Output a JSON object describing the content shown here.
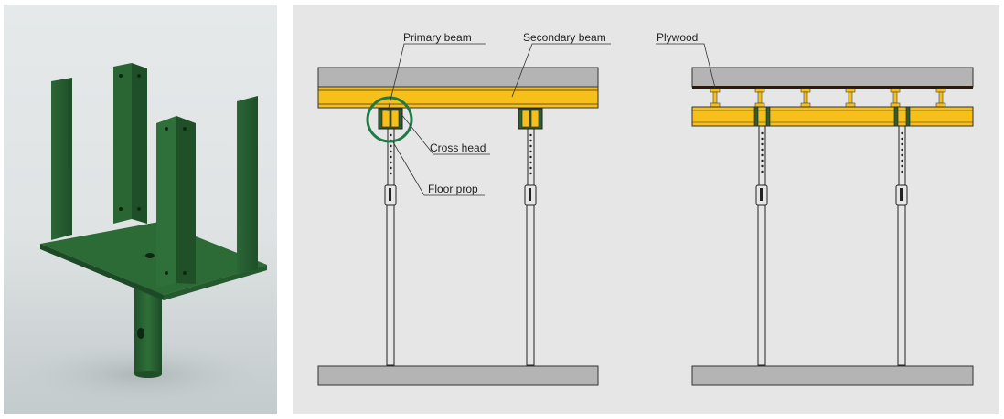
{
  "photo": {
    "subject": "U-head / fork head floor prop accessory (green)",
    "color": "#2f6b3a"
  },
  "diagram_left": {
    "labels": {
      "primary_beam": "Primary  beam",
      "secondary_beam": "Secondary beam",
      "cross_head": "Cross head",
      "floor_prop": "Floor prop"
    },
    "highlight_circle_color": "#1f7a45"
  },
  "diagram_right": {
    "labels": {
      "plywood": "Plywood"
    },
    "joist_count": 6
  },
  "colors": {
    "beam_yellow": "#f6bf1a",
    "slab_gray": "#b4b4b4",
    "background": "#e6e6e7",
    "crosshead_green": "#2f5f2f"
  }
}
